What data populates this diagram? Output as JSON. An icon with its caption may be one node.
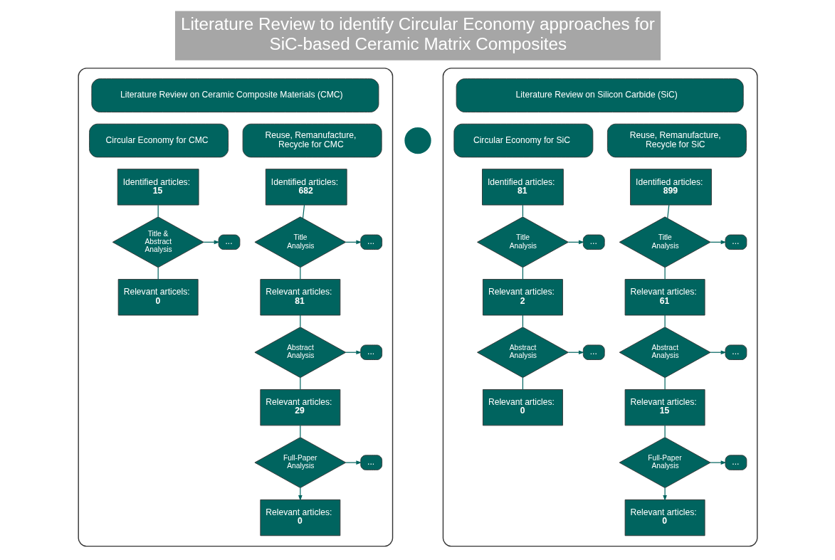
{
  "diagram": {
    "title": "Literature Review to identify Circular Economy approaches for SiC-based Ceramic Matrix Composites",
    "nodes": [
      {
        "text": [],
        "shape": "box"
      },
      {
        "text": [
          "Literature Review on Ceramic Composite Materials (CMC)"
        ],
        "in": 0
      },
      {
        "text": [
          "Circular Economy for CMC"
        ],
        "in": 0
      },
      {
        "text": [
          "Reuse, Remanufacture, Recycle for CMC"
        ],
        "in": 0
      },
      {
        "text": [
          "Identified articles:",
          "**15**"
        ],
        "in": 0
      },
      {
        "text": [
          "Title & Abstract Analysis"
        ],
        "in": 0
      },
      {
        "text": [
          "..."
        ],
        "in": 0
      },
      {
        "text": [
          "Relevant articels:",
          "**0**"
        ],
        "in": 0
      },
      {
        "text": [
          "Identified articles:",
          "**682**"
        ],
        "in": 0
      },
      {
        "text": [
          "Title Analysis"
        ],
        "in": 0
      },
      {
        "text": [
          "..."
        ],
        "in": 0
      },
      {
        "text": [
          "Relevant articles:",
          "**81**"
        ],
        "in": 0
      },
      {
        "text": [
          "Abstract Analysis"
        ],
        "in": 0
      },
      {
        "text": [
          "..."
        ],
        "in": 0
      },
      {
        "text": [
          "Relevant articles:",
          "**29**"
        ],
        "in": 0
      },
      {
        "text": [
          "Full-Paper Analysis"
        ],
        "in": 0
      },
      {
        "text": [
          "..."
        ],
        "in": 0
      },
      {
        "text": [
          "Relevant articles:",
          "**0**"
        ],
        "in": 0
      },
      {
        "text": [],
        "shape": "circle"
      },
      {
        "text": [],
        "shape": "box"
      },
      {
        "text": [
          "Literature Review on Silicon Carbide (SiC)"
        ],
        "in": 19
      },
      {
        "text": [
          "Circular Economy for SiC"
        ],
        "in": 19
      },
      {
        "text": [
          "Reuse, Remanufacture, Recycle for SiC"
        ],
        "in": 19
      },
      {
        "text": [
          "Identified articles:",
          "**81**"
        ],
        "in": 19
      },
      {
        "text": [
          "Title Analysis"
        ],
        "in": 19
      },
      {
        "text": [
          "..."
        ],
        "in": 19
      },
      {
        "text": [
          "Relevant articles:",
          "**2**"
        ],
        "in": 19
      },
      {
        "text": [
          "Abstract Analysis"
        ],
        "in": 19
      },
      {
        "text": [
          "..."
        ],
        "in": 19
      },
      {
        "text": [
          "Relevant articles:",
          "**0**"
        ],
        "in": 19
      },
      {
        "text": [
          "Identified articles:",
          "**899**"
        ],
        "in": 19
      },
      {
        "text": [
          "Title Analysis"
        ],
        "in": 19
      },
      {
        "text": [
          "..."
        ],
        "in": 19
      },
      {
        "text": [
          "Relevant articles:",
          "**61**"
        ],
        "in": 19
      },
      {
        "text": [
          "Abstract Analysis"
        ],
        "in": 19
      },
      {
        "text": [
          "..."
        ],
        "in": 19
      },
      {
        "text": [
          "Relevant articles:",
          "**15**"
        ],
        "in": 19
      },
      {
        "text": [
          "Full-Paper Analysis"
        ],
        "in": 19
      },
      {
        "text": [
          "..."
        ],
        "in": 19
      },
      {
        "text": [
          "Relevant articles:",
          "**0**"
        ],
        "in": 19
      }
    ],
    "edges": [
      {
        "from": 4,
        "to": 5,
        "arrow": "none"
      },
      {
        "from": 5,
        "to": 6,
        "arrow": "to"
      },
      {
        "from": 5,
        "to": 7,
        "arrow": "none"
      },
      {
        "from": 8,
        "to": 9,
        "arrow": "none"
      },
      {
        "from": 9,
        "to": 10,
        "arrow": "to"
      },
      {
        "from": 9,
        "to": 11,
        "arrow": "none"
      },
      {
        "from": 11,
        "to": 12,
        "arrow": "none"
      },
      {
        "from": 12,
        "to": 13,
        "arrow": "to"
      },
      {
        "from": 12,
        "to": 14,
        "arrow": "none"
      },
      {
        "from": 14,
        "to": 15,
        "arrow": "none"
      },
      {
        "from": 15,
        "to": 16,
        "arrow": "to"
      },
      {
        "from": 15,
        "to": 17,
        "arrow": "to"
      },
      {
        "from": 23,
        "to": 24,
        "arrow": "none"
      },
      {
        "from": 24,
        "to": 25,
        "arrow": "to"
      },
      {
        "from": 24,
        "to": 26,
        "arrow": "none"
      },
      {
        "from": 26,
        "to": 27,
        "arrow": "none"
      },
      {
        "from": 27,
        "to": 28,
        "arrow": "to"
      },
      {
        "from": 27,
        "to": 29,
        "arrow": "none"
      },
      {
        "from": 30,
        "to": 31,
        "arrow": "none"
      },
      {
        "from": 31,
        "to": 32,
        "arrow": "to"
      },
      {
        "from": 31,
        "to": 33,
        "arrow": "none"
      },
      {
        "from": 33,
        "to": 34,
        "arrow": "none"
      },
      {
        "from": 34,
        "to": 35,
        "arrow": "to"
      },
      {
        "from": 34,
        "to": 36,
        "arrow": "none"
      },
      {
        "from": 36,
        "to": 37,
        "arrow": "none"
      },
      {
        "from": 37,
        "to": 38,
        "arrow": "to"
      },
      {
        "from": 37,
        "to": 39,
        "arrow": "to"
      }
    ]
  }
}
